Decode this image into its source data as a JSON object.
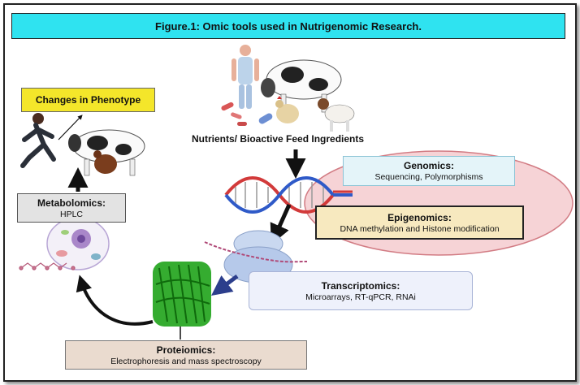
{
  "title": "Figure.1: Omic tools used in Nutrigenomic Research.",
  "phenotype": "Changes in Phenotype",
  "nutrients": "Nutrients/ Bioactive Feed Ingredients",
  "metabolomics": {
    "heading": "Metabolomics:",
    "sub": "HPLC"
  },
  "genomics": {
    "heading": "Genomics:",
    "sub": "Sequencing, Polymorphisms"
  },
  "epigenomics": {
    "heading": "Epigenomics:",
    "sub": "DNA methylation and Histone modification"
  },
  "transcriptomics": {
    "heading": "Transcriptomics:",
    "sub": "Microarrays, RT-qPCR, RNAi"
  },
  "proteomics": {
    "heading": "Proteiomics:",
    "sub": "Electrophoresis and mass spectroscopy"
  },
  "colors": {
    "title_bg": "#2fe3f0",
    "phenotype_bg": "#f4e62a",
    "epigenomics_bg": "#f7e9bf",
    "ellipse_fill": "#f6d3d6",
    "protein_green": "#1fa31a"
  }
}
